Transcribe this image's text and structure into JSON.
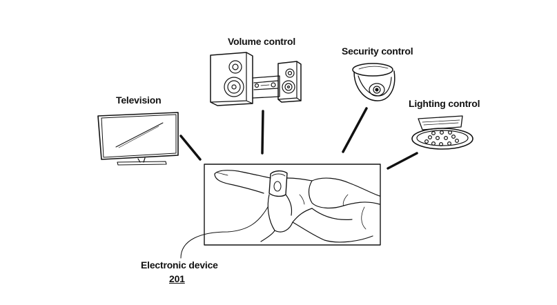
{
  "labels": {
    "television": "Television",
    "volume_control": "Volume control",
    "security_control": "Security control",
    "lighting_control": "Lighting control",
    "electronic_device": "Electronic device",
    "reference_numeral": "201"
  },
  "colors": {
    "stroke": "#111111",
    "background": "#ffffff"
  }
}
